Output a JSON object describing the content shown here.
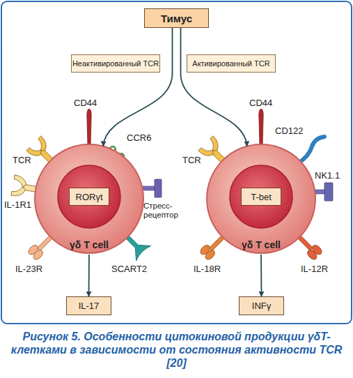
{
  "diagram": {
    "caption": "Рисунок 5. Особенности цитокиновой продукции γδT-клетками в зависимости от состояния активности TCR [20]",
    "nodes": [
      {
        "text": [
          "Тимус"
        ]
      },
      {
        "text": [
          "Неактивированный TCR"
        ]
      },
      {
        "text": [
          "Активированный TCR"
        ]
      },
      {
        "text": [
          "γδ T cell"
        ]
      },
      {
        "text": [
          "RORγt"
        ],
        "in": 3
      },
      {
        "text": [
          "γδ T cell"
        ]
      },
      {
        "text": [
          "T-bet"
        ],
        "in": 5
      },
      {
        "text": [
          "IL-17"
        ]
      },
      {
        "text": [
          "INFγ"
        ]
      }
    ],
    "edges": [
      {
        "from": 0,
        "to": 3,
        "arrow": "to"
      },
      {
        "from": 0,
        "to": 5,
        "arrow": "to"
      },
      {
        "from": 3,
        "to": 7,
        "arrow": "to"
      },
      {
        "from": 5,
        "to": 8,
        "arrow": "to"
      }
    ],
    "labels": [
      "CD44",
      "CCR6",
      "TCR",
      "IL-1R1",
      "Стресс- рецептор",
      "IL-23R",
      "SCART2",
      "CD44",
      "CD122",
      "TCR",
      "NK1.1",
      "IL-18R",
      "IL-12R"
    ]
  }
}
